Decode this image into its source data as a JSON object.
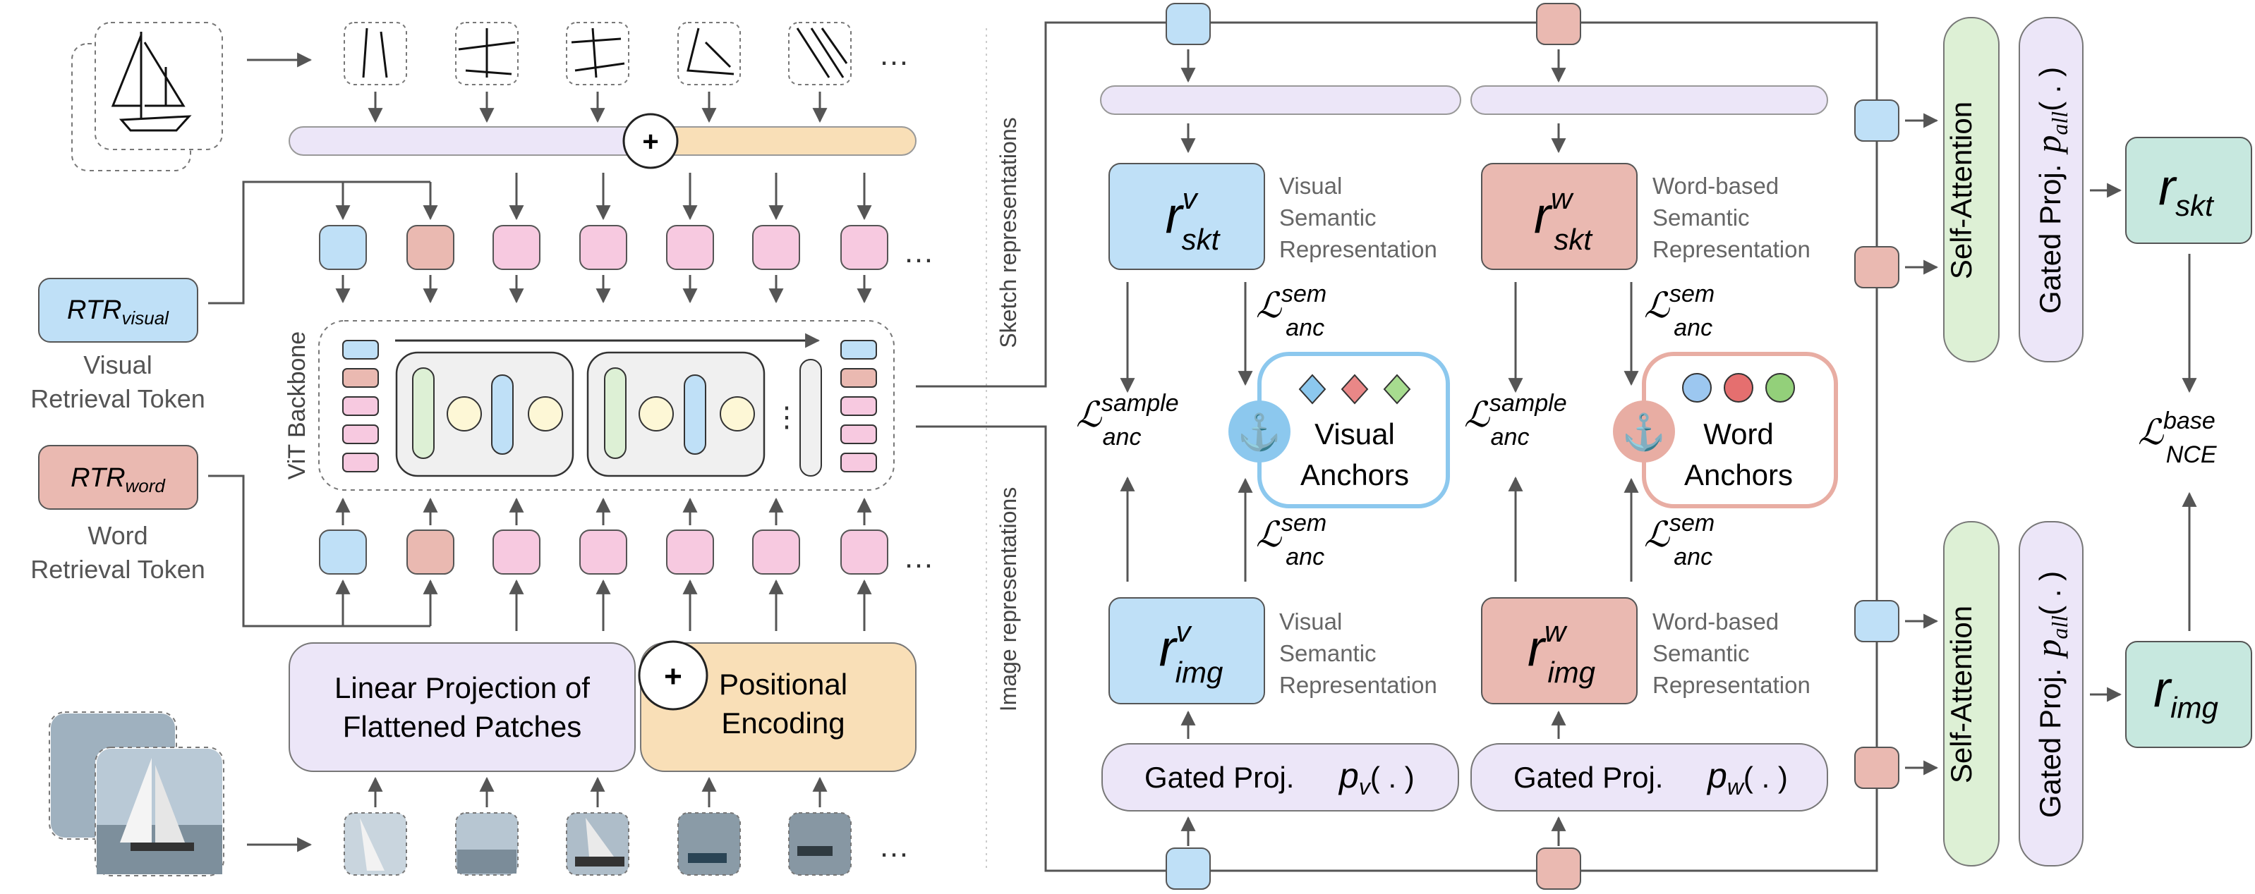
{
  "tokens": {
    "visual": {
      "name": "RTR",
      "sub": "visual",
      "caption_line1": "Visual",
      "caption_line2": "Retrieval Token"
    },
    "word": {
      "name": "RTR",
      "sub": "word",
      "caption_line1": "Word",
      "caption_line2": "Retrieval Token"
    }
  },
  "backbone": {
    "label": "ViT Backbone",
    "linear_proj_line1": "Linear Projection of",
    "linear_proj_line2": "Flattened Patches",
    "pos_enc_line1": "Positional",
    "pos_enc_line2": "Encoding",
    "plus": "+",
    "ellipsis": "…",
    "vdots": "⋮"
  },
  "side_labels": {
    "sketch": "Sketch representations",
    "image": "Image representations"
  },
  "reps": {
    "skt_v": {
      "base": "r",
      "sup": "v",
      "sub": "skt",
      "desc": [
        "Visual",
        "Semantic",
        "Representation"
      ]
    },
    "skt_w": {
      "base": "r",
      "sup": "w",
      "sub": "skt",
      "desc": [
        "Word-based",
        "Semantic",
        "Representation"
      ]
    },
    "img_v": {
      "base": "r",
      "sup": "v",
      "sub": "img",
      "desc": [
        "Visual",
        "Semantic",
        "Representation"
      ]
    },
    "img_w": {
      "base": "r",
      "sup": "w",
      "sub": "img",
      "desc": [
        "Word-based",
        "Semantic",
        "Representation"
      ]
    }
  },
  "losses": {
    "script_L": "ℒ",
    "sem_sup": "sem",
    "sample_sup": "sample",
    "anc_sub": "anc",
    "nce_sup": "base",
    "nce_sub": "NCE"
  },
  "anchors": {
    "visual_line1": "Visual",
    "visual_line2": "Anchors",
    "word_line1": "Word",
    "word_line2": "Anchors",
    "anchor_glyph": "⚓"
  },
  "gated": {
    "label": "Gated Proj.",
    "pv_base": "p",
    "pv_sub": "v",
    "pw_base": "p",
    "pw_sub": "w",
    "pall_base": "p",
    "pall_sub": "all",
    "args": "( . )"
  },
  "attention": {
    "label": "Self-Attention"
  },
  "outputs": {
    "skt": {
      "base": "r",
      "sub": "skt"
    },
    "img": {
      "base": "r",
      "sub": "img"
    }
  },
  "colors": {
    "blue": "#bfe0f7",
    "red": "#eab9b1",
    "pink": "#f7c9e0",
    "lavender": "#ece6f8",
    "peach": "#f9dfb7",
    "green": "#ddf0d5",
    "teal": "#c7e8df",
    "anchor_blue": "#8cc8ee",
    "anchor_red": "#e8ada3"
  }
}
